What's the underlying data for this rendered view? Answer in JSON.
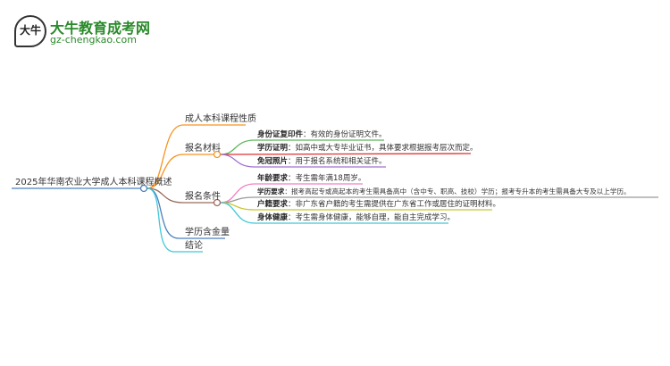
{
  "logo": {
    "title": "大牛教育成考网",
    "url": "gz-chengkao.com",
    "mark": "大牛"
  },
  "root": "2025年华南农业大学成人本科课程概述",
  "branches": [
    {
      "label": "成人本科课程性质",
      "color": "#f7931e"
    },
    {
      "label": "报名材料",
      "color": "#f7931e",
      "children": [
        {
          "key": "身份证复印件",
          "value": "：有效的身份证明文件。",
          "color": "#5cb85c"
        },
        {
          "key": "学历证明",
          "value": "：如高中或大专毕业证书，具体要求根据报考层次而定。",
          "color": "#e03030"
        },
        {
          "key": "免冠照片",
          "value": "：用于报名系统和相关证件。",
          "color": "#a070d0"
        }
      ]
    },
    {
      "label": "报名条件",
      "color": "#9a6a5a",
      "children": [
        {
          "key": "年龄要求",
          "value": "：考生需年满18周岁。",
          "color": "#f080c0"
        },
        {
          "key": "学历要求",
          "value": "：报考高起专或高起本的考生需具备高中（含中专、职高、技校）学历；报考专升本的考生需具备大专及以上学历。",
          "color": "#999999"
        },
        {
          "key": "户籍要求",
          "value": "：非广东省户籍的考生需提供在广东省工作或居住的证明材料。",
          "color": "#c8c830"
        },
        {
          "key": "身体健康",
          "value": "：考生需身体健康，能够自理，能自主完成学习。",
          "color": "#40c8d8"
        }
      ]
    },
    {
      "label": "学历含金量",
      "color": "#4a80c0"
    },
    {
      "label": "结论",
      "color": "#40c8d8"
    }
  ]
}
